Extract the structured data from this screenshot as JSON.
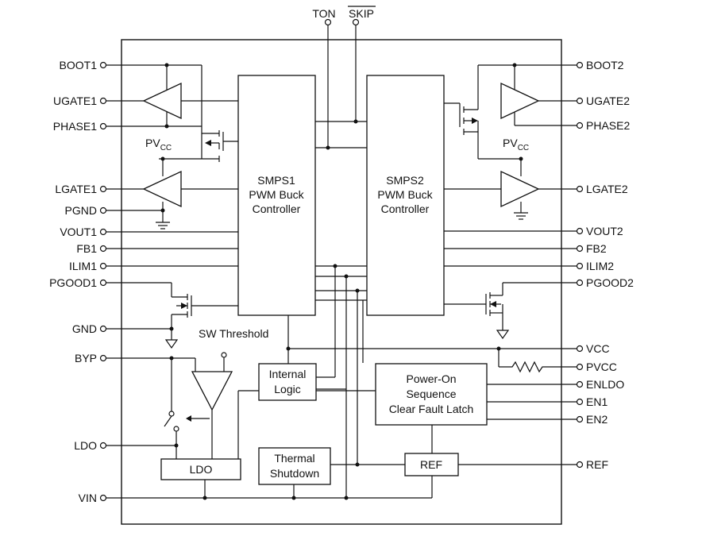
{
  "top_pins": {
    "ton": "TON",
    "skip": "SKIP"
  },
  "left_pins": [
    "BOOT1",
    "UGATE1",
    "PHASE1",
    "LGATE1",
    "PGND",
    "VOUT1",
    "FB1",
    "ILIM1",
    "PGOOD1",
    "GND",
    "BYP",
    "LDO",
    "VIN"
  ],
  "right_pins": [
    "BOOT2",
    "UGATE2",
    "PHASE2",
    "LGATE2",
    "VOUT2",
    "FB2",
    "ILIM2",
    "PGOOD2",
    "VCC",
    "PVCC",
    "ENLDO",
    "EN1",
    "EN2",
    "REF"
  ],
  "pvcc_left": {
    "main": "PV",
    "sub": "CC"
  },
  "pvcc_right": {
    "main": "PV",
    "sub": "CC"
  },
  "blocks": {
    "smps1": [
      "SMPS1",
      "PWM Buck",
      "Controller"
    ],
    "smps2": [
      "SMPS2",
      "PWM Buck",
      "Controller"
    ],
    "internal_logic": [
      "Internal",
      "Logic"
    ],
    "power_on": [
      "Power-On",
      "Sequence",
      "Clear Fault Latch"
    ],
    "ldo": "LDO",
    "thermal": [
      "Thermal",
      "Shutdown"
    ],
    "ref": "REF"
  },
  "sw_threshold": "SW Threshold"
}
